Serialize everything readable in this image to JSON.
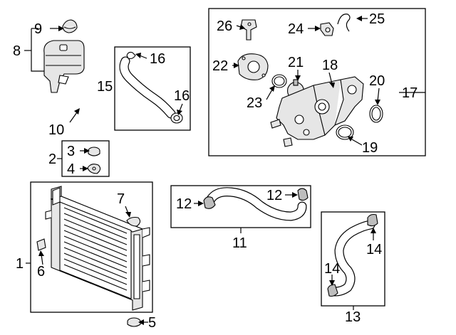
{
  "callouts": {
    "c1": "1",
    "c2": "2",
    "c3": "3",
    "c4": "4",
    "c5": "5",
    "c6": "6",
    "c7": "7",
    "c8": "8",
    "c9": "9",
    "c10": "10",
    "c11": "11",
    "c12a": "12",
    "c12b": "12",
    "c13": "13",
    "c14a": "14",
    "c14b": "14",
    "c15": "15",
    "c16a": "16",
    "c16b": "16",
    "c17": "17",
    "c18": "18",
    "c19": "19",
    "c20": "20",
    "c21": "21",
    "c22": "22",
    "c23": "23",
    "c24": "24",
    "c25": "25",
    "c26": "26"
  }
}
